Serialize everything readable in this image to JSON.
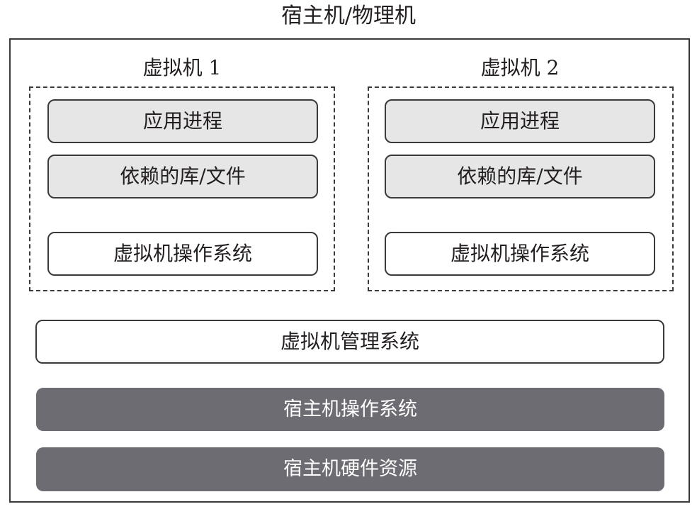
{
  "host_title": "宿主机/物理机",
  "vms": [
    {
      "title": "虚拟机 1",
      "app_process": "应用进程",
      "libs": "依赖的库/文件",
      "guest_os": "虚拟机操作系统"
    },
    {
      "title": "虚拟机 2",
      "app_process": "应用进程",
      "libs": "依赖的库/文件",
      "guest_os": "虚拟机操作系统"
    }
  ],
  "hypervisor": "虚拟机管理系统",
  "host_os": "宿主机操作系统",
  "host_hardware": "宿主机硬件资源",
  "colors": {
    "light_box": "#e6e6e6",
    "dark_box": "#6d6c72",
    "border": "#3a3a3a"
  }
}
